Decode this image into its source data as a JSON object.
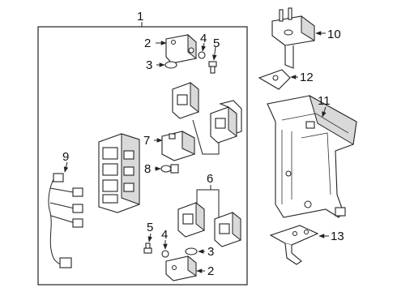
{
  "callouts": {
    "c1": "1",
    "c2a": "2",
    "c2b": "2",
    "c3a": "3",
    "c3b": "3",
    "c4a": "4",
    "c4b": "4",
    "c5a": "5",
    "c5b": "5",
    "c6": "6",
    "c7": "7",
    "c8": "8",
    "c9": "9",
    "c10": "10",
    "c11": "11",
    "c12": "12",
    "c13": "13"
  }
}
